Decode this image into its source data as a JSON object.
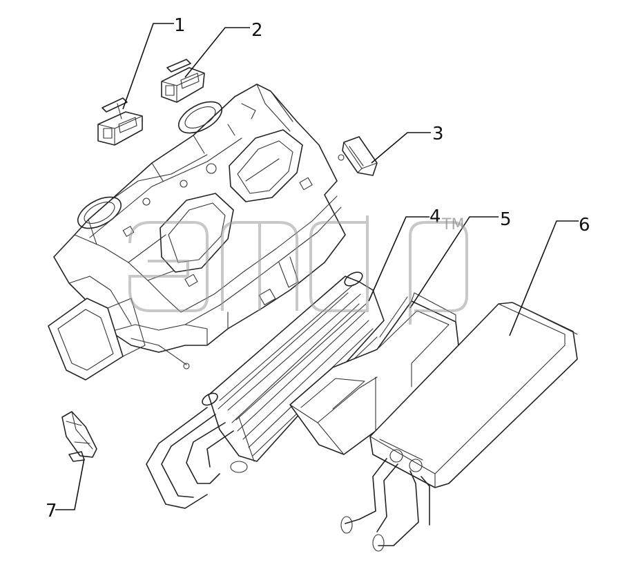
{
  "diagram": {
    "callouts": [
      {
        "id": "1",
        "label": "1"
      },
      {
        "id": "2",
        "label": "2"
      },
      {
        "id": "3",
        "label": "3"
      },
      {
        "id": "4",
        "label": "4"
      },
      {
        "id": "5",
        "label": "5"
      },
      {
        "id": "6",
        "label": "6"
      },
      {
        "id": "7",
        "label": "7"
      }
    ],
    "watermark": {
      "mark": "TM"
    }
  },
  "colors": {
    "line": "#222222",
    "background": "#ffffff",
    "watermark": "#9a9a9a"
  }
}
